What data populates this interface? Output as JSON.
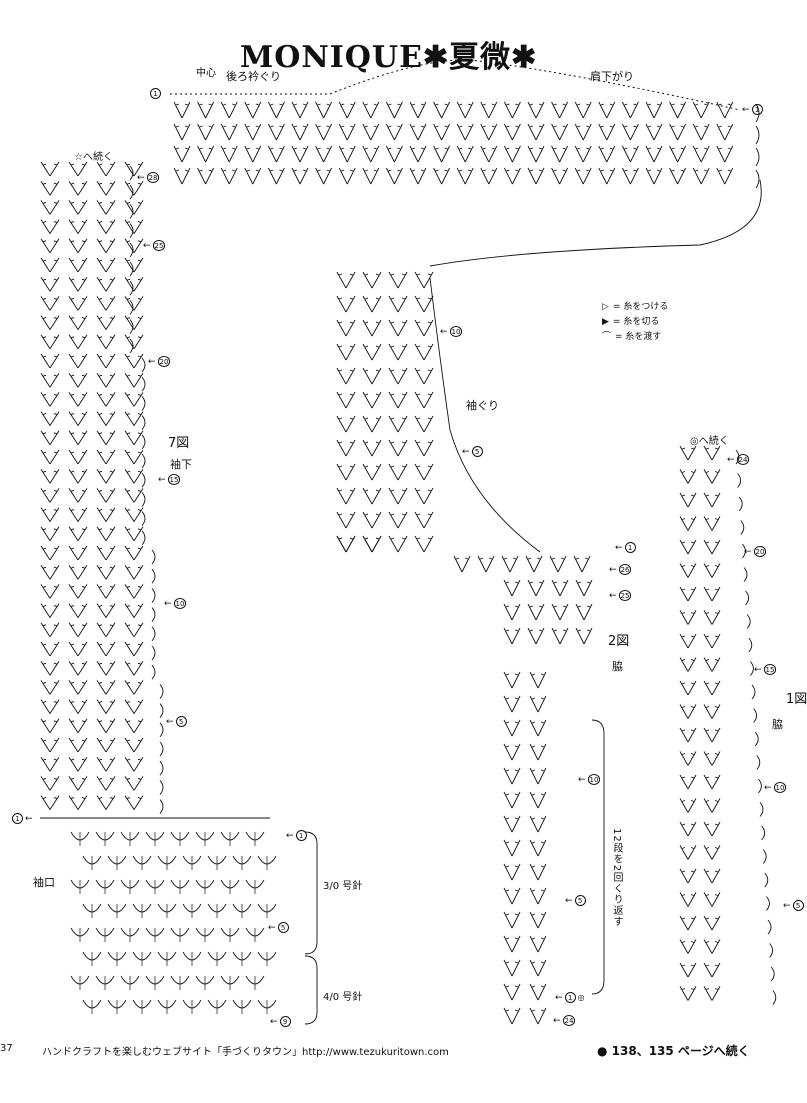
{
  "title": "MONIQUE✱夏微✱",
  "yoke": {
    "center_label": "中心",
    "neck_label": "後ろ衿ぐり",
    "shoulder_label": "肩下がり",
    "row_left": "1",
    "row_right": "1"
  },
  "sleeve": {
    "continue_label": "☆へ続く",
    "fig_label": "7図",
    "part_label": "袖下",
    "rows": [
      "28",
      "25",
      "20",
      "15",
      "10",
      "5"
    ],
    "row_first": "1",
    "cuff_label": "袖口",
    "cuff_rows": [
      "1",
      "5",
      "9"
    ],
    "hook_a": "3/0 号針",
    "hook_b": "4/0 号針"
  },
  "armhole": {
    "label": "袖ぐり",
    "rows": [
      "10",
      "5"
    ]
  },
  "side2": {
    "rows_top": [
      "1",
      "26",
      "25"
    ],
    "fig_label": "2図",
    "part_label": "脇",
    "rows": [
      "10",
      "5"
    ],
    "repeat_note": "12段を2回くり返す",
    "bottom_row": "1",
    "bottom_mark": "◎",
    "last_row": "24"
  },
  "side1": {
    "continue_label": "◎へ続く",
    "fig_label": "1図",
    "part_label": "脇",
    "rows": [
      "24",
      "20",
      "15",
      "10",
      "5"
    ]
  },
  "legend": [
    {
      "symbol": "▷",
      "text": "= 糸をつける"
    },
    {
      "symbol": "▶",
      "text": "= 糸を切る"
    },
    {
      "symbol": "⌒",
      "text": "= 糸を渡す"
    }
  ],
  "footer": {
    "page": "37",
    "text": "ハンドクラフトを楽しむウェブサイト「手づくりタウン」http://www.tezukuritown.com",
    "continue": "● 138、135 ページへ続く"
  }
}
